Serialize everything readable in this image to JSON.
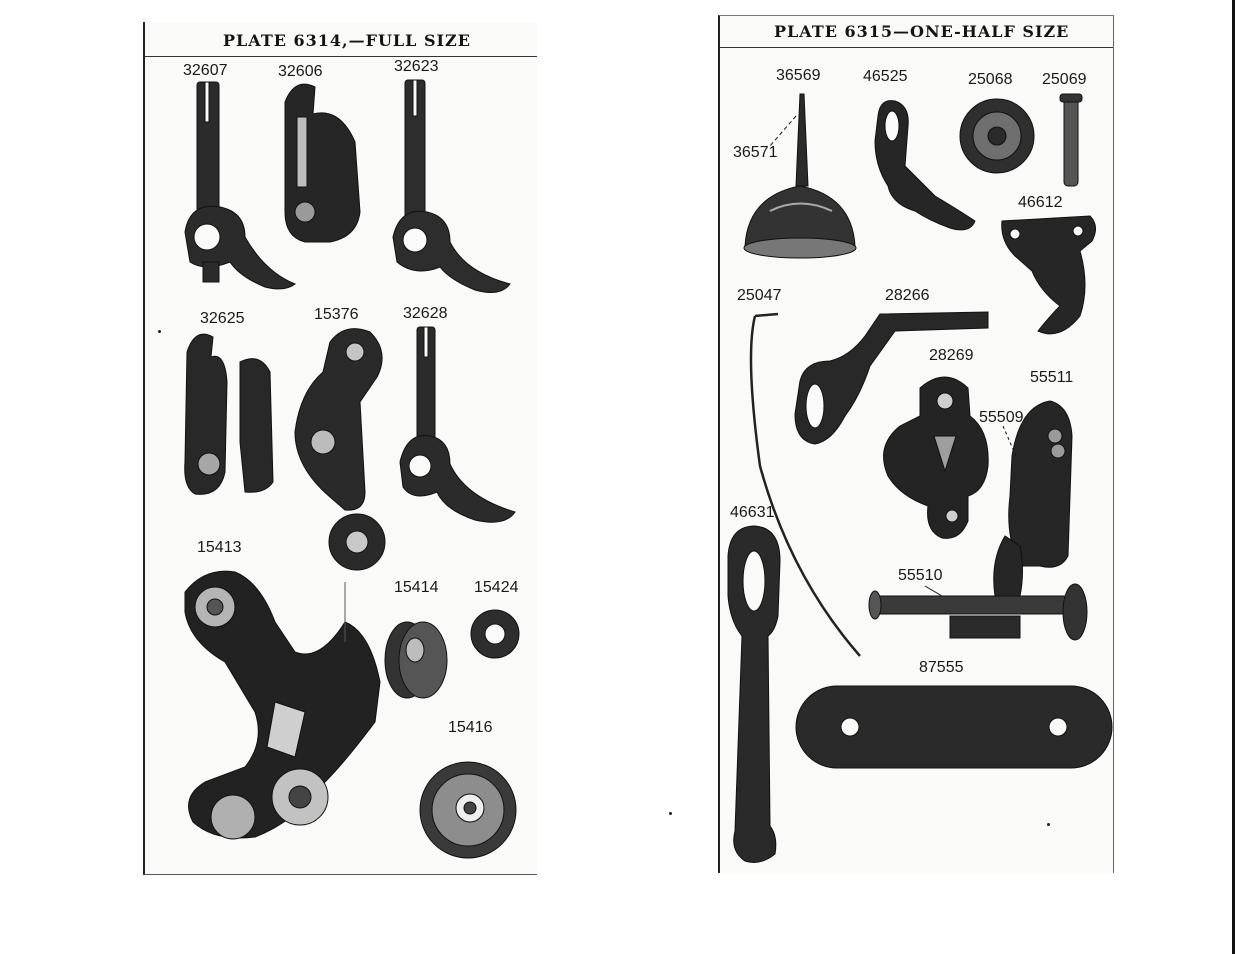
{
  "plates": [
    {
      "title": "PLATE 6314,—FULL SIZE",
      "parts": [
        "32607",
        "32606",
        "32623",
        "32625",
        "15376",
        "32628",
        "15413",
        "15414",
        "15424",
        "15416"
      ]
    },
    {
      "title": "PLATE 6315—ONE-HALF SIZE",
      "parts": [
        "36569",
        "46525",
        "25068",
        "25069",
        "36571",
        "46612",
        "25047",
        "28266",
        "28269",
        "55511",
        "55509",
        "46631",
        "55510",
        "87555"
      ]
    }
  ]
}
